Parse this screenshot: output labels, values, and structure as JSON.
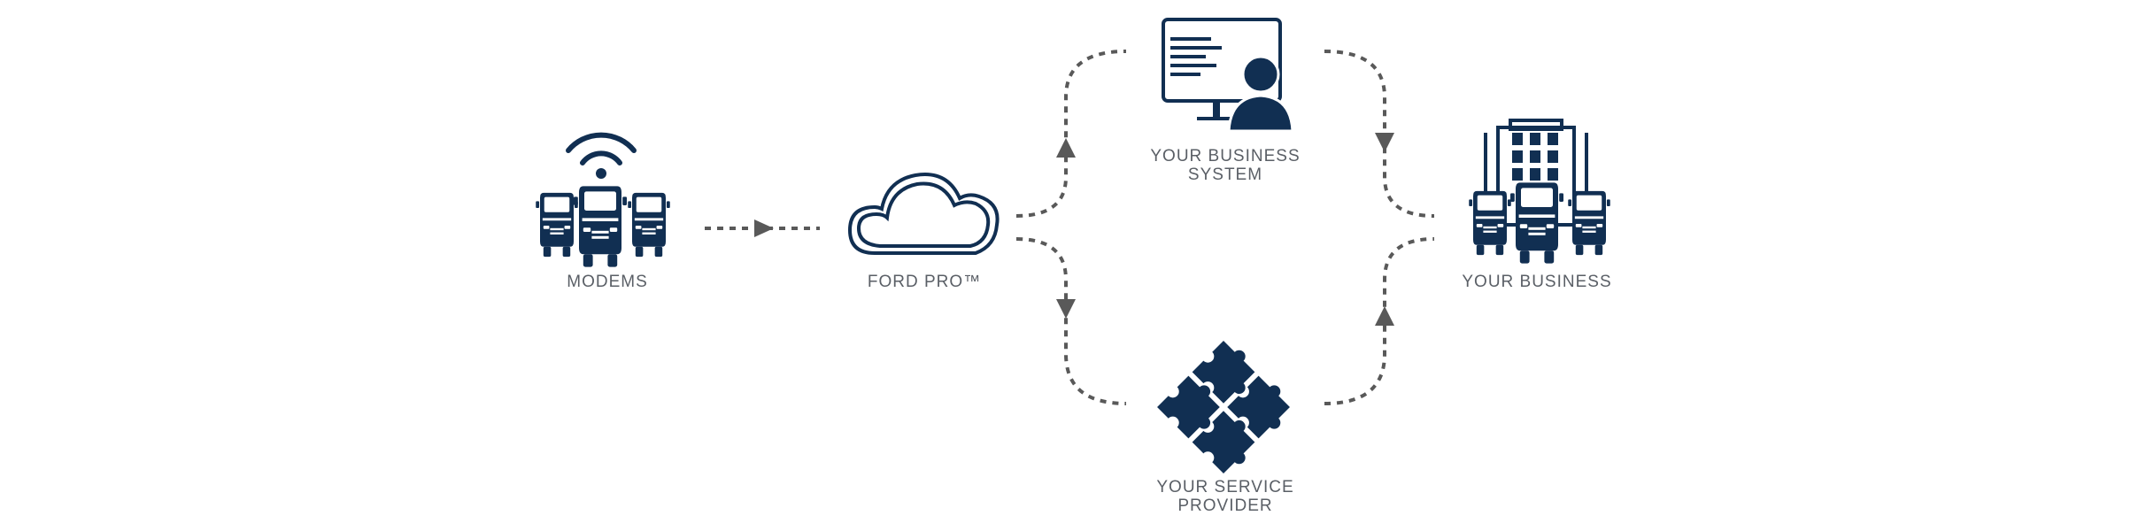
{
  "colors": {
    "icon": "#112f52",
    "connector": "#595959",
    "label": "#5a5f66",
    "background": "#ffffff"
  },
  "nodes": {
    "modems": {
      "label": "MODEMS",
      "icon": "connected-vans-icon"
    },
    "ford_pro": {
      "label": "FORD PRO™",
      "icon": "cloud-icon"
    },
    "business_system": {
      "label_line1": "YOUR BUSINESS",
      "label_line2": "SYSTEM",
      "icon": "computer-user-icon"
    },
    "service_provider": {
      "label_line1": "YOUR SERVICE",
      "label_line2": "PROVIDER",
      "icon": "puzzle-icon"
    },
    "your_business": {
      "label": "YOUR BUSINESS",
      "icon": "building-vans-icon"
    }
  },
  "connectors": [
    {
      "from": "modems",
      "to": "ford_pro",
      "style": "dashed-arrow"
    },
    {
      "from": "ford_pro",
      "to": "business_system",
      "style": "dashed-arrow"
    },
    {
      "from": "ford_pro",
      "to": "service_provider",
      "style": "dashed-arrow"
    },
    {
      "from": "business_system",
      "to": "your_business",
      "style": "dashed-arrow"
    },
    {
      "from": "service_provider",
      "to": "your_business",
      "style": "dashed-arrow"
    }
  ]
}
